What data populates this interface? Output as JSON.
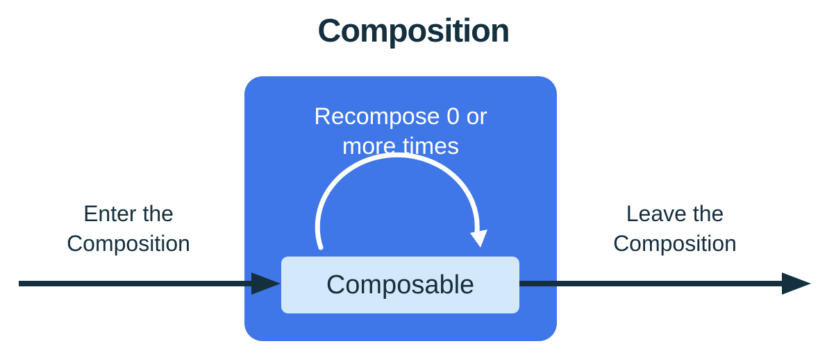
{
  "title": "Composition",
  "labels": {
    "enter": "Enter the\nComposition",
    "leave": "Leave the\nComposition",
    "recompose": "Recompose 0 or\nmore times",
    "composable": "Composable"
  },
  "icons": {
    "enter_arrow": "right-arrow",
    "leave_arrow": "right-arrow",
    "recompose_loop_arrow": "curved-arc-arrow-down"
  },
  "colors": {
    "navy": "#142F3E",
    "blue": "#3F77E8",
    "light_blue": "#D4E8FB",
    "white": "#FFFFFF"
  }
}
